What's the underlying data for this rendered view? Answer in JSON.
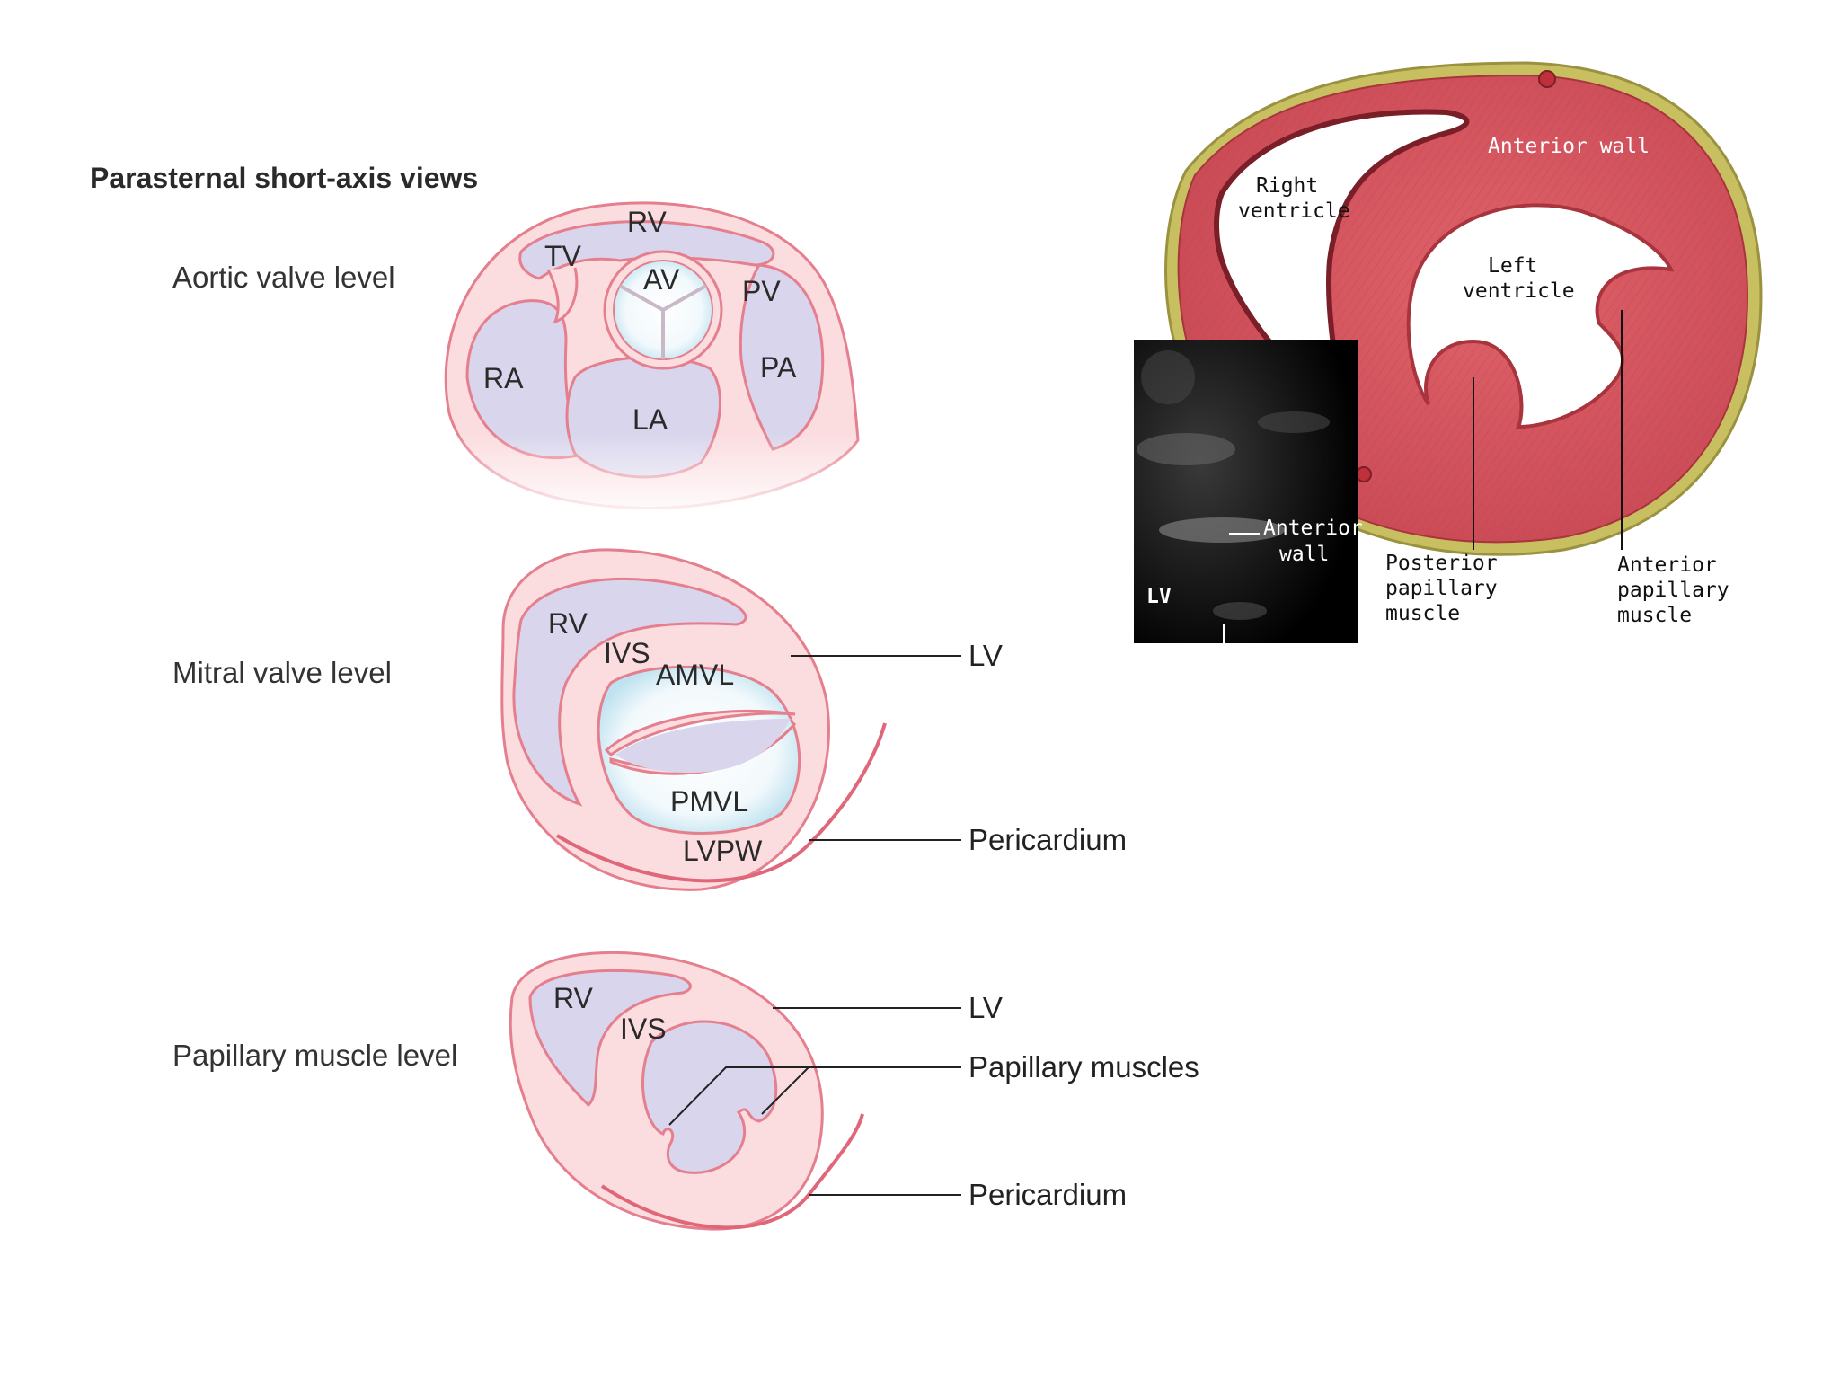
{
  "heading": "Parasternal short-axis views",
  "levels": {
    "aortic": "Aortic valve level",
    "mitral": "Mitral valve level",
    "papillary": "Papillary muscle level"
  },
  "aortic_labels": {
    "rv": "RV",
    "tv": "TV",
    "av": "AV",
    "pv": "PV",
    "ra": "RA",
    "pa": "PA",
    "la": "LA"
  },
  "mitral_labels": {
    "rv": "RV",
    "ivs": "IVS",
    "amvl": "AMVL",
    "pmvl": "PMVL",
    "lvpw": "LVPW"
  },
  "papillary_labels": {
    "rv": "RV",
    "ivs": "IVS"
  },
  "callouts": {
    "lv": "LV",
    "pericardium": "Pericardium",
    "papillary_muscles": "Papillary muscles"
  },
  "anatomy": {
    "anterior_wall": "Anterior wall",
    "right_ventricle_1": "Right",
    "right_ventricle_2": "ventricle",
    "left_ventricle_1": "Left",
    "left_ventricle_2": "ventricle",
    "posterior_papillary": [
      "Posterior",
      "papillary",
      "muscle"
    ],
    "anterior_papillary": [
      "Anterior",
      "papillary",
      "muscle"
    ]
  },
  "echo": {
    "anterior_wall_1": "Anterior",
    "anterior_wall_2": "wall",
    "lv": "LV"
  },
  "colors": {
    "outline": "#e57f8e",
    "tissue": "#fbdcdf",
    "chamber": "#d8d5ec",
    "valve": "#eaf5fa",
    "muscle": "#d9535c",
    "fat": "#c8c060"
  }
}
